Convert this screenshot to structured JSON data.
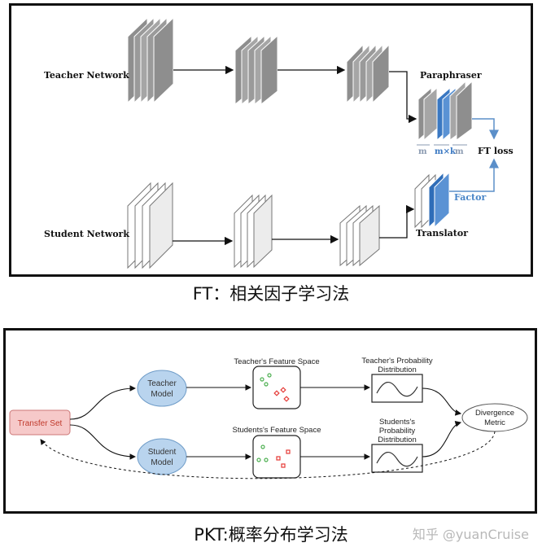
{
  "ft": {
    "teacher_label": "Teacher Network",
    "student_label": "Student Network",
    "paraphraser_label": "Paraphraser",
    "translator_label": "Translator",
    "factor_label": "Factor",
    "loss_label": "FT loss",
    "dim_m_left": "m",
    "dim_mk": "m×k",
    "dim_m_right": "m",
    "caption": "FT：相关因子学习法"
  },
  "pkt": {
    "transfer_set": "Transfer Set",
    "teacher_model": [
      "Teacher",
      "Model"
    ],
    "student_model": [
      "Student",
      "Model"
    ],
    "teacher_space": "Teacher's Feature Space",
    "student_space": "Students's Feature Space",
    "teacher_prob": [
      "Teacher's Probability",
      "Distribution"
    ],
    "student_prob": [
      "Students's",
      "Probability",
      "Distribution"
    ],
    "divergence": [
      "Divergence",
      "Metric"
    ],
    "caption": "PKT:概率分布学习法"
  },
  "watermark": "知乎 @yuanCruise",
  "colors": {
    "teacher_block": "#9a9a9a",
    "student_block": "#ffffff",
    "factor_blue": "#3a78c2",
    "arrow_blue": "#5b8fc9",
    "model_fill": "#b9d4ee",
    "transfer_fill": "#f6c9c9",
    "transfer_text": "#c0392b",
    "green_point": "#4caf50",
    "red_point": "#e53935"
  }
}
